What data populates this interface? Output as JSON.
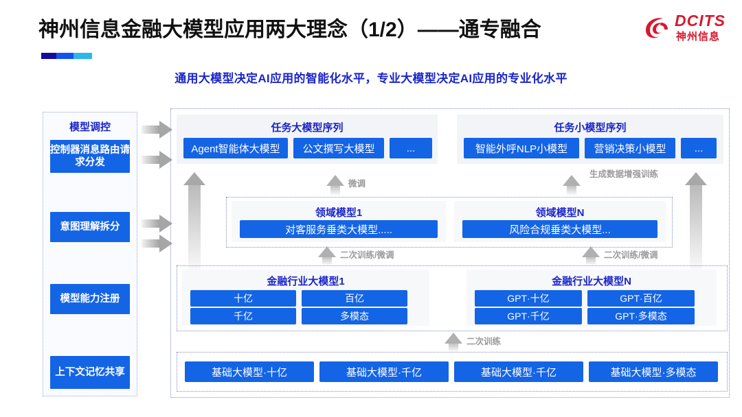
{
  "header": {
    "title": "神州信息金融大模型应用两大理念（1/2）——通专融合",
    "subtitle": "通用大模型决定AI应用的智能化水平，专业大模型决定AI应用的专业化水平",
    "logo_text": "DCITS",
    "logo_sub": "神州信息",
    "accent_colors": [
      "#120b9b",
      "#1452f0",
      "#2bb7ec"
    ],
    "title_color": "#111111",
    "subtitle_color": "#1a25c8",
    "logo_color": "#d8192f"
  },
  "control_panel": {
    "title": "模型调控",
    "items": [
      {
        "label": "控制器消息路由请求分发"
      },
      {
        "label": "意图理解拆分"
      },
      {
        "label": "模型能力注册"
      },
      {
        "label": "上下文记忆共享"
      }
    ]
  },
  "diagram": {
    "accent_blue": "#1464e6",
    "heading_blue": "#1a25c8",
    "task_sequences": [
      {
        "title": "任务大模型序列",
        "items": [
          "Agent智能体大模型",
          "公文撰写大模型",
          "..."
        ]
      },
      {
        "title": "任务小模型序列",
        "items": [
          "智能外呼NLP小模型",
          "营销决策小模型",
          "..."
        ]
      }
    ],
    "domain_models": [
      {
        "title": "领域模型1",
        "item": "对客服务垂类大模型....."
      },
      {
        "title": "领域模型N",
        "item": "风险合规垂类大模型..."
      }
    ],
    "industry_models": [
      {
        "title": "金融行业大模型1",
        "items": [
          "十亿",
          "百亿",
          "千亿",
          "多模态"
        ]
      },
      {
        "title": "金融行业大模型N",
        "items": [
          "GPT·十亿",
          "GPT·百亿",
          "GPT·千亿",
          "GPT·多模态"
        ]
      }
    ],
    "base_models": [
      "基础大模型·十亿",
      "基础大模型·千亿",
      "基础大模型·千亿",
      "基础大模型·多模态"
    ],
    "arrow_labels": {
      "fine_tune_left": "微调",
      "data_aug_right": "生成数据增强训练",
      "retrain_left": "二次训练/微调",
      "retrain_right": "二次训练/微调",
      "retrain_base": "二次训练"
    }
  }
}
